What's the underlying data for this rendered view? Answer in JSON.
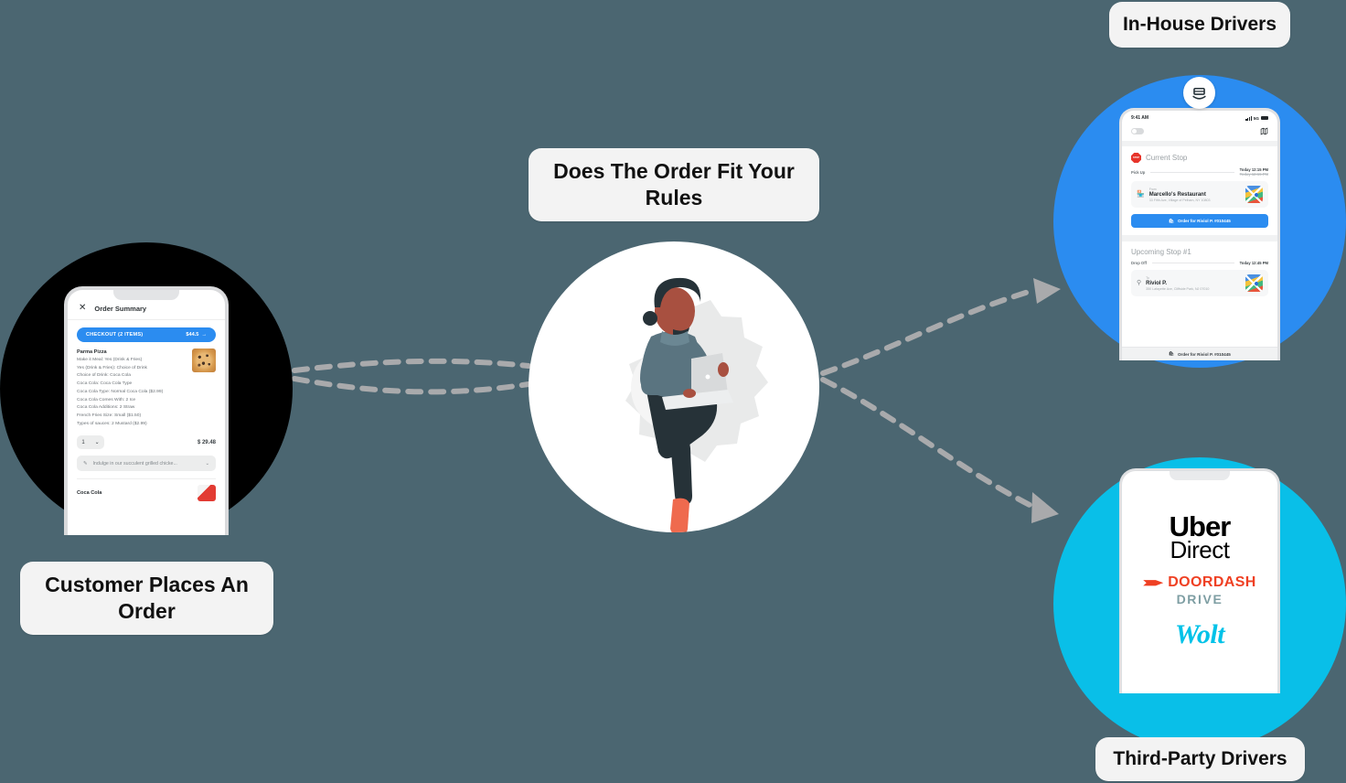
{
  "theme": {
    "background": "#4b6671",
    "chip_bg": "#f3f3f3",
    "blue": "#2b8cf0",
    "cyan": "#09bfe8",
    "arrow": "#a9aaac"
  },
  "flow": {
    "step1_label": "Customer Places An Order",
    "step2_label": "Does The Order Fit Your Rules",
    "step3a_label": "In-House Drivers",
    "step3b_label": "Third-Party Drivers"
  },
  "order_phone": {
    "close_icon": "close-icon",
    "title": "Order Summary",
    "checkout_label": "CHECKOUT (2 ITEMS)",
    "checkout_total": "$44.5",
    "arrow_icon": "arrow-right-icon",
    "item_name": "Parma Pizza",
    "options": [
      "Make it Meal: Yes (Drink & Fries)",
      "Yes (Drink & Fries): Choice of Drink",
      "Choice of Drink: Coca Cola",
      "Coca Cola: Coca Cola Type",
      "Coca Cola Type: Normal Coca Cola ($2.99)",
      "Coca Cola Comes With: 2 Ice",
      "Coca Cola Additions: 2 Straw",
      "French Fries Size: Small ($1.50)",
      "Types of sauces: 2 Mustard ($2.99)"
    ],
    "quantity": "1",
    "quantity_chevron": "chevron-down-icon",
    "line_price": "$ 29.48",
    "note_icon": "pencil-icon",
    "note_text": "Indulge in our succulent grilled chicke...",
    "note_chevron": "chevron-down-icon",
    "next_item_name": "Coca Cola"
  },
  "driver_phone": {
    "status_time": "9:41 AM",
    "status_network": "5G",
    "signal_icon": "signal-bars-icon",
    "battery_icon": "battery-icon",
    "toggle_icon": "toggle-switch-off",
    "map_toggle_icon": "map-icon",
    "current_stop": {
      "stop_sign_icon": "stop-sign-icon",
      "heading": "Current Stop",
      "type_label": "Pick Up",
      "time": "Today 12:15 PM",
      "time_old": "Today 12:15 PM",
      "from_label": "From",
      "place_icon": "store-icon",
      "place_name": "Marcello's Restaurant",
      "address": "33 Fifth Ave, Village of Pelham, NY 10803",
      "map_icon": "map-thumbnail-icon",
      "button_icon": "bag-icon",
      "button_label": "Order for Riviol P. #010445"
    },
    "upcoming_stop": {
      "heading": "Upcoming Stop #1",
      "type_label": "Drop Off",
      "time": "Today 12:45 PM",
      "to_label": "To",
      "place_icon": "location-pin-icon",
      "place_name": "Riviol P.",
      "address": "350 Lafayette Ave, Cliffside Park, NJ 07010",
      "map_icon": "map-thumbnail-icon",
      "button_icon": "bag-icon",
      "button_label": "Order for Riviol P. #010445"
    },
    "badge_icon": "delivery-vehicle-icon"
  },
  "third_party_phone": {
    "logos": [
      {
        "name": "uber-direct-logo",
        "line1": "Uber",
        "line2": "Direct"
      },
      {
        "name": "doordash-drive-logo",
        "word": "DOORDASH",
        "sub": "DRIVE"
      },
      {
        "name": "wolt-logo",
        "word": "Wolt"
      }
    ]
  },
  "center_illustration": {
    "name": "person-with-laptop-on-gear-illustration"
  }
}
